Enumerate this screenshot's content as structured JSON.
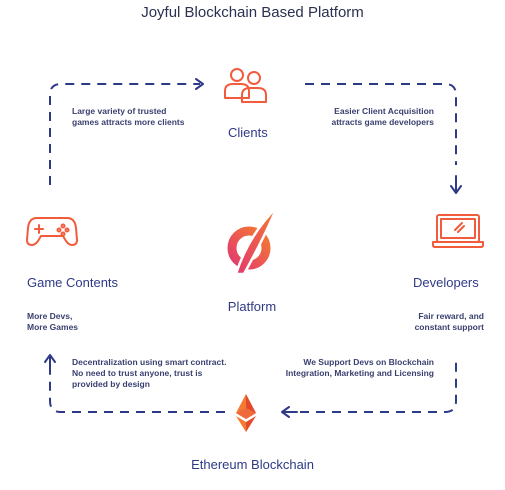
{
  "title": "Joyful Blockchain Based Platform",
  "nodes": {
    "clients": "Clients",
    "developers": "Developers",
    "game_contents": "Game Contents",
    "platform": "Platform",
    "ethereum": "Ethereum Blockchain"
  },
  "notes": {
    "clients_left": [
      "Large variety of trusted",
      "games attracts more clients"
    ],
    "clients_right": [
      "Easier Client Acquisition",
      "attracts game developers"
    ],
    "developers": {
      "strong": "Fair reward",
      "rest": ", and",
      "line2": "constant support"
    },
    "games": [
      "More Devs,",
      "More Games"
    ],
    "eth_right": [
      "We Support Devs on Blockchain",
      "Integration, Marketing and Licensing"
    ],
    "eth_left": [
      "Decentralization using smart contract.",
      "No need to trust anyone, trust is",
      "provided by design"
    ]
  },
  "colors": {
    "accent_orange": "#f25c3c",
    "accent_pink": "#e33a6f",
    "flow_blue": "#2f3a86",
    "text_dark": "#2b3150"
  }
}
